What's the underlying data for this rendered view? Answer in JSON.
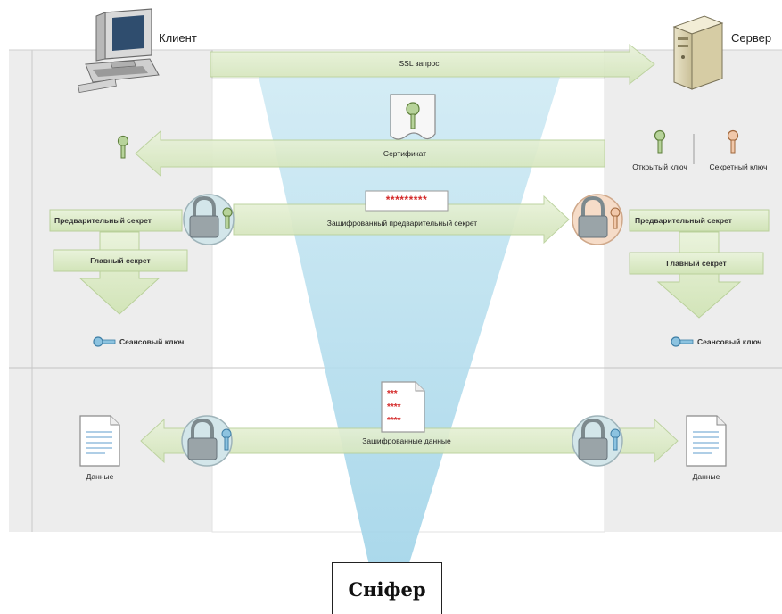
{
  "actors": {
    "client": "Клиент",
    "server": "Сервер"
  },
  "arrows": {
    "ssl_request": "SSL запрос",
    "certificate": "Сертификат",
    "encrypted_premaster": "Зашифрованный предварительный секрет",
    "encrypted_data": "Зашифрованные данные"
  },
  "keys": {
    "public_key": "Открытый ключ",
    "secret_key": "Секретный ключ"
  },
  "client_side": {
    "premaster": "Предварительный секрет",
    "master": "Главный секрет",
    "session_key": "Сеансовый ключ",
    "data": "Данные"
  },
  "server_side": {
    "premaster": "Предварительный секрет",
    "master": "Главный секрет",
    "session_key": "Сеансовый ключ",
    "data": "Данные"
  },
  "masked_secret": "*********",
  "masked_data": [
    "***",
    "****",
    "****"
  ],
  "sniffer": "Сніфер",
  "colors": {
    "arrow_fill": "#dfeccb",
    "arrow_stroke": "#b9d09a",
    "panel": "#ededed",
    "beam": "#bfe3f0",
    "lock_client": "#d3e6ea",
    "lock_server": "#f6dcc8",
    "mask_red": "#d42a2a"
  }
}
